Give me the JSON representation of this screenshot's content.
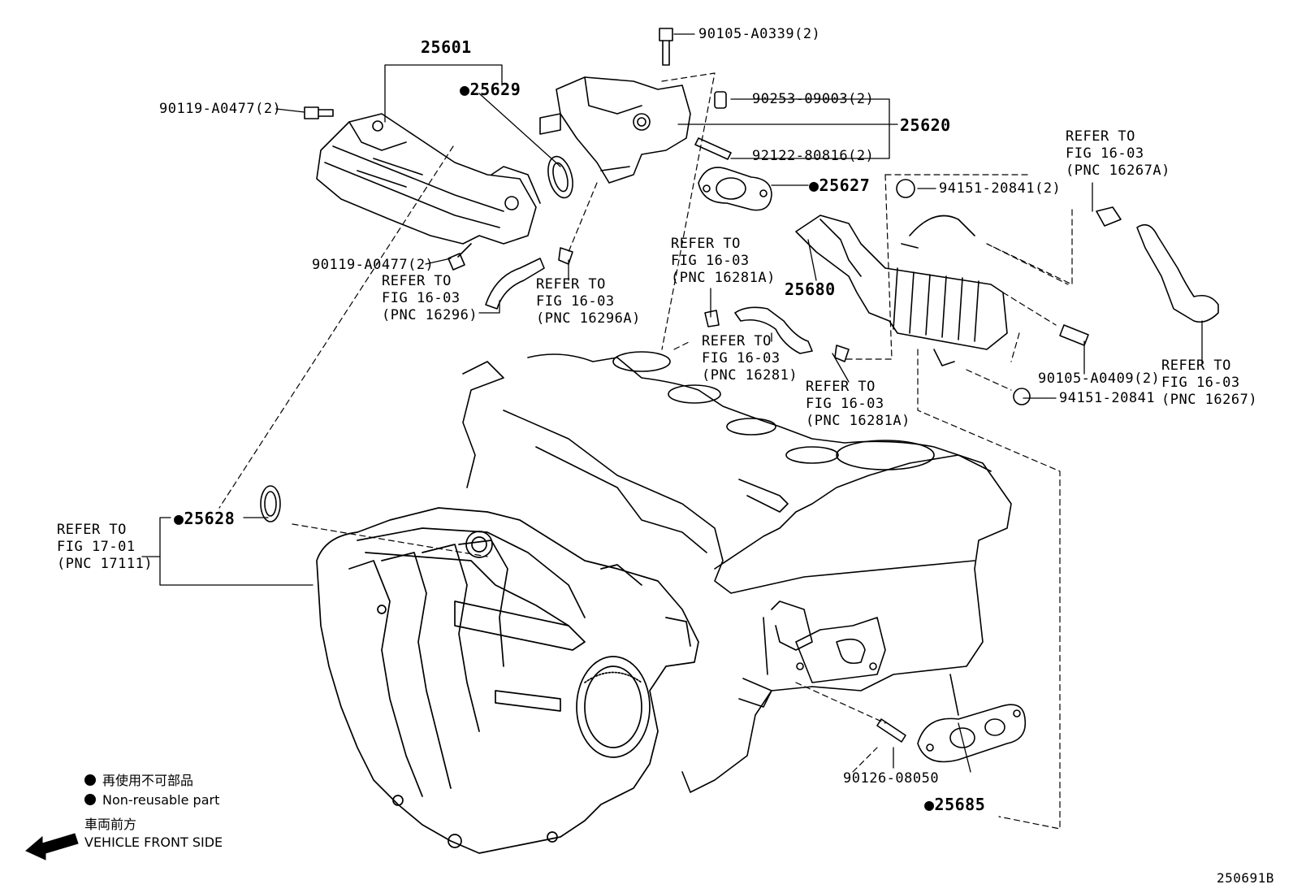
{
  "parts": {
    "p25601": "25601",
    "p25629": "●25629",
    "p90119_top": "90119-A0477(2)",
    "p90119_bot": "90119-A0477(2)",
    "p90105_a0339": "90105-A0339(2)",
    "p90253": "90253-09003(2)",
    "p92122": "92122-80816(2)",
    "p25620": "25620",
    "p25627": "●25627",
    "p94151_2": "94151-20841(2)",
    "p25680": "25680",
    "p90105_a0409": "90105-A0409(2)",
    "p94151": "94151-20841",
    "p25628": "●25628",
    "p90126": "90126-08050",
    "p25685": "●25685"
  },
  "refs": {
    "r16296": [
      "REFER TO",
      "FIG 16-03",
      "(PNC 16296)"
    ],
    "r16296a": [
      "REFER TO",
      "FIG 16-03",
      "(PNC 16296A)"
    ],
    "r16281a_top": [
      "REFER TO",
      "FIG 16-03",
      "(PNC 16281A)"
    ],
    "r16281": [
      "REFER TO",
      "FIG 16-03",
      "(PNC 16281)"
    ],
    "r16281a_bot": [
      "REFER TO",
      "FIG 16-03",
      "(PNC 16281A)"
    ],
    "r16267a": [
      "REFER TO",
      "FIG 16-03",
      "(PNC 16267A)"
    ],
    "r16267": [
      "REFER TO",
      "FIG 16-03",
      "(PNC 16267)"
    ],
    "r17111": [
      "REFER TO",
      "FIG 17-01",
      "(PNC 17111)"
    ]
  },
  "legend": {
    "nonreusable_jp": "再使用不可部品",
    "nonreusable_en": "Non-reusable part",
    "front_jp": "車両前方",
    "front_en": "VEHICLE FRONT SIDE"
  },
  "figure_id": "250691B"
}
